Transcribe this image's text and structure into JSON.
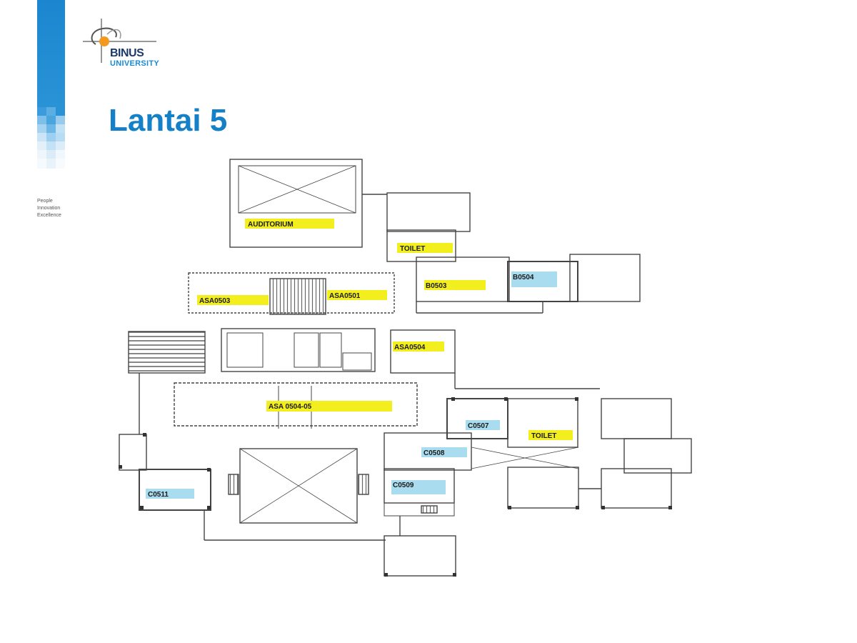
{
  "brand": {
    "name": "BINUS",
    "subtitle": "UNIVERSITY"
  },
  "tagline": [
    "People",
    "Innovation",
    "Excellence"
  ],
  "title": "Lantai 5",
  "rooms": {
    "auditorium": "AUDITORIUM",
    "toilet_top": "TOILET",
    "b0503": "B0503",
    "b0504": "B0504",
    "asa0503": "ASA0503",
    "asa0501": "ASA0501",
    "asa0504": "ASA0504",
    "asa050405": "ASA 0504-05",
    "c0507": "C0507",
    "toilet_c": "TOILET",
    "c0508": "C0508",
    "c0509": "C0509",
    "c0511": "C0511"
  },
  "colors": {
    "yellow": "#f3ee1d",
    "blue": "#a9dcef",
    "brand_blue": "#1380c8"
  }
}
